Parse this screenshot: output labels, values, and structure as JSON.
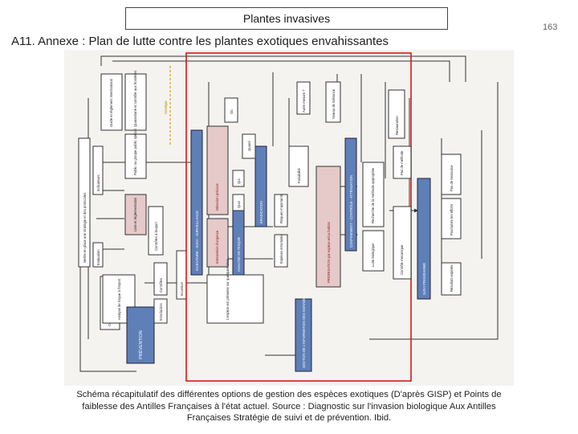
{
  "header": {
    "title": "Plantes invasives",
    "page_number": "163",
    "subtitle": "A11. Annexe : Plan de lutte contre les plantes exotiques envahissantes"
  },
  "diagram": {
    "left_column": {
      "strategy": "Mettre en place une stratégie et des protocoles",
      "indicators": "Indicateurs",
      "evaluation": "Evaluation",
      "control": "Contrôle"
    },
    "prevention_column": {
      "guidelines": "Guide et règlement international",
      "quarantine": "Quarantaine et contrôle aux frontières",
      "awareness": "Public ou groupe public spécial",
      "list": "Liste et règlementation",
      "analysis": "Analyse de risque à l'import",
      "exports": "Contrôles à l'export",
      "prevention": "PRÉVENTION"
    },
    "detection_column": {
      "detection": "Contrôles",
      "introduction": "Introduction",
      "vectors": "Import",
      "surveillance": "Incursion"
    },
    "center": {
      "inventory": "INVENTAIRE - SUIVI - SURVEILLANCE",
      "early_warning": "Détection précoce",
      "eradication_zone": "Intervention d'urgence",
      "risk_analysis": "ANALYSE DE RISQUE",
      "eradication": "ÉRADICATION",
      "data_management": "GESTION DE L'INFORMATION DES DONNÉES",
      "where": "Où",
      "when": "Quand",
      "what": "Quoi",
      "who": "Qui",
      "risks": "Risques importants",
      "species": "Espèces introduites",
      "modelling": "L'espèce est présente sur quelques sites..."
    },
    "right_section": {
      "containment": "CONFINEMENT - CONTRÔLE - ATTÉNUATION",
      "prioritization": "PRIORISATION par espèce et/ou habitat",
      "monitoring": "SUIVI PROGRAMMÉ",
      "restoration": "Restauration",
      "method": "Recherche de la méthode appropriée",
      "biological": "Lutte biologique",
      "mechanical": "Contrôle mécanique",
      "no_method": "Pas de méthode",
      "no_resources": "Pas de ressource",
      "feasibility": "Faisabilité",
      "tolerance": "Niveau de tolérance",
      "other_measure": "Autre mesure ?",
      "results": "Résultats espérés",
      "progress": "Poursuivre les efforts"
    },
    "strategy_label": "Stratégie"
  },
  "caption": {
    "line1": "Schéma récapitulatif des différentes options de gestion des espèces exotiques (D'après GISP) et Points de",
    "line2": "faiblesse des Antilles Françaises à l'état actuel. Source : Diagnostic sur l'invasion biologique Aux Antilles",
    "line3": "Françaises Stratégie de suivi et de prévention. Ibid."
  }
}
